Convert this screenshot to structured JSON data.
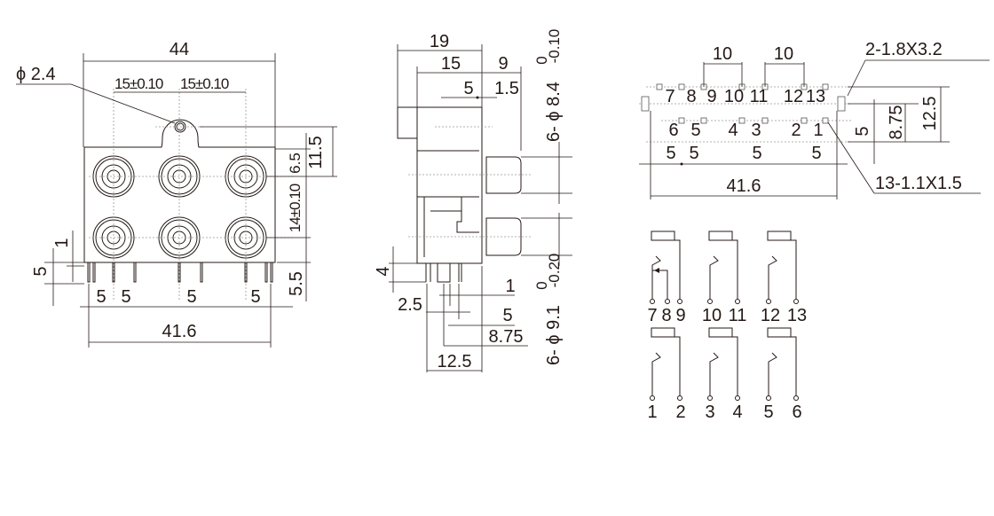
{
  "front_view": {
    "width_total": "44",
    "hole_dia": "ϕ 2.4",
    "pitch_left": "15±0.10",
    "pitch_right": "15±0.10",
    "tab_height": "11.5",
    "upper_offset": "6.5",
    "row_pitch": "14±0.10",
    "bottom_offset": "5.5",
    "pin_len": "5",
    "pin_small": "1",
    "pin_pitch_1": "5",
    "pin_pitch_2": "5",
    "pin_pitch_3": "5",
    "pin_pitch_4": "5",
    "pin_span": "41.6"
  },
  "side_view": {
    "depth_total": "19",
    "depth_body": "15",
    "jack_len": "9",
    "d5": "5",
    "d15": "1.5",
    "upper_jack_dia": "6- ϕ 8.4",
    "upper_tol_top": "0",
    "upper_tol_bottom": "-0.10",
    "lower_jack_dia": "6- ϕ 9.1",
    "lower_tol_top": "0",
    "lower_tol_bottom": "-0.20",
    "pin_len": "4",
    "d25": "2.5",
    "d1": "1",
    "d5b": "5",
    "d875": "8.75",
    "d125": "12.5"
  },
  "footprint": {
    "pitch_a": "10",
    "pitch_b": "10",
    "slot_note": "2-1.8X3.2",
    "hole_note": "13-1.1X1.5",
    "top_labels": [
      "7",
      "8",
      "9",
      "10",
      "11",
      "12",
      "13"
    ],
    "bottom_labels": [
      "6",
      "5",
      "4",
      "3",
      "2",
      "1"
    ],
    "spacing": [
      "5",
      "5",
      "5",
      "5"
    ],
    "span": "41.6",
    "v5": "5",
    "v875": "8.75",
    "v125": "12.5"
  },
  "schematic": {
    "top_row": [
      "7",
      "8",
      "9",
      "10",
      "11",
      "12",
      "13"
    ],
    "bottom_row": [
      "1",
      "2",
      "3",
      "4",
      "5",
      "6"
    ]
  }
}
